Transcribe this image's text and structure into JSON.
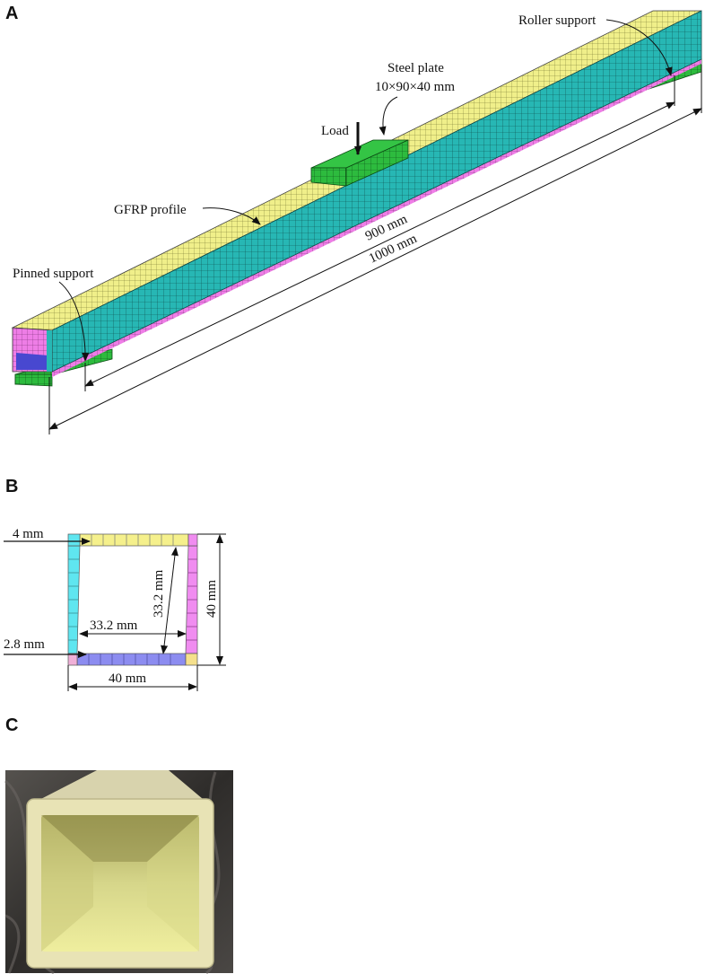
{
  "panels": {
    "a": {
      "letter": "A"
    },
    "b": {
      "letter": "B"
    },
    "c": {
      "letter": "C"
    }
  },
  "panel_a": {
    "roller_support": "Roller support",
    "steel_plate_line1": "Steel plate",
    "steel_plate_line2": "10×90×40 mm",
    "load": "Load",
    "gfrp_profile": "GFRP profile",
    "span_900": "900 mm",
    "span_1000": "1000 mm",
    "pinned_support": "Pinned support"
  },
  "panel_b": {
    "wall_4mm": "4 mm",
    "wall_2_8mm": "2.8 mm",
    "inner_width": "33.2 mm",
    "inner_height": "33.2 mm",
    "outer_width": "40 mm",
    "outer_height": "40 mm"
  },
  "colors": {
    "web": "#27b7b4",
    "flange_top": "#f0ef8a",
    "steel": "#2dbb3e",
    "pink": "#ee7de6",
    "blue": "#6d6df0",
    "cyan_b": "#5fe6f0",
    "yellow_b": "#f5f08c",
    "pink_b": "#f08cf0",
    "blue_b": "#8c8cf0",
    "photo_bg": "#3c3a38",
    "photo_tube": "#e8e3b5"
  }
}
